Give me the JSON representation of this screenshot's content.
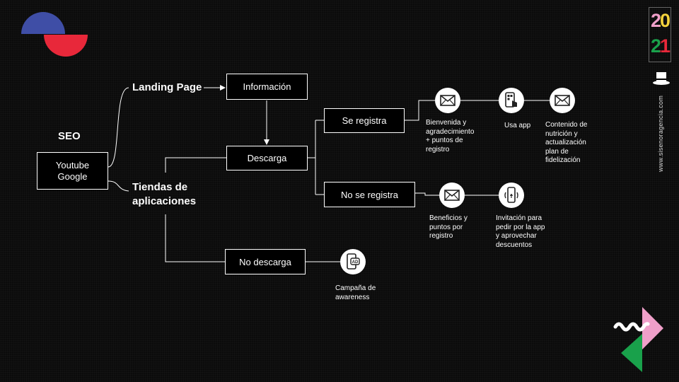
{
  "brand": {
    "year_top": "20",
    "year_bottom": "21",
    "website": "www.sisenoragencia.com",
    "colors": {
      "blue": "#3f4ea6",
      "red": "#e8283a",
      "pink": "#ef9fc9",
      "green": "#19a14b",
      "yellow": "#f3d23c"
    }
  },
  "diagram": {
    "seo_label": "SEO",
    "source_box": {
      "line1": "Youtube",
      "line2": "Google"
    },
    "landing_page": "Landing Page",
    "tiendas_line1": "Tiendas de",
    "tiendas_line2": "aplicaciones",
    "informacion": "Información",
    "descarga": "Descarga",
    "no_descarga": "No descarga",
    "se_registra": "Se registra",
    "no_se_registra": "No se registra",
    "captions": {
      "bienvenida": [
        "Bienvenida y",
        "agradecimiento",
        "+ puntos de",
        "registro"
      ],
      "usa_app": [
        "Usa app"
      ],
      "contenido": [
        "Contenido de",
        "nutrición y",
        "actualización",
        "plan de",
        "fidelización"
      ],
      "beneficios": [
        "Beneficios y",
        "puntos por",
        "registro"
      ],
      "invitacion": [
        "Invitación para",
        "pedir por la app",
        "y aprovechar",
        "descuentos"
      ],
      "campana": [
        "Campaña de",
        "awareness"
      ]
    },
    "icons": {
      "bienvenida": "envelope-icon",
      "usa_app": "phone-tap-icon",
      "contenido": "envelope-icon",
      "beneficios": "envelope-icon",
      "invitacion": "phone-notification-icon",
      "campana": "phone-ad-icon"
    }
  }
}
